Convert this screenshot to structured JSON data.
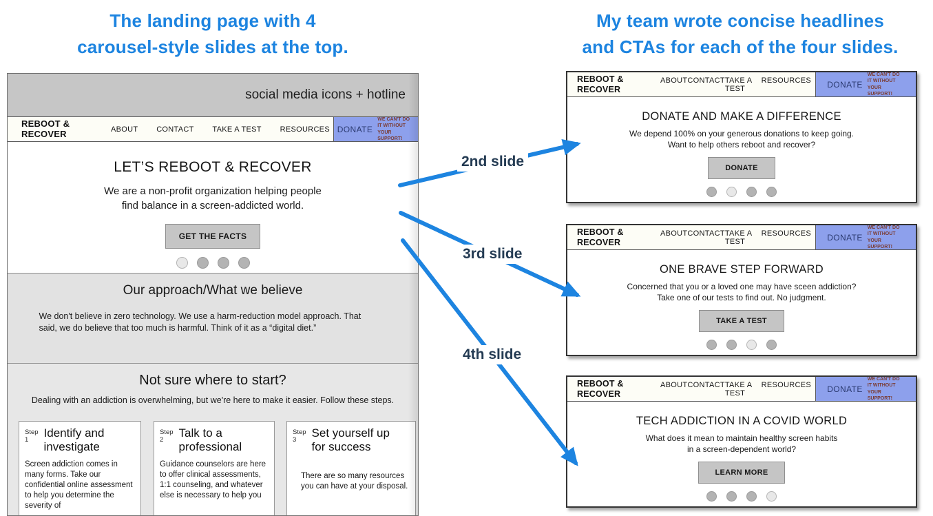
{
  "annotations": {
    "left_caption_line1": "The landing page with 4",
    "left_caption_line2": "carousel-style slides at the top.",
    "right_caption_line1": "My team wrote concise headlines",
    "right_caption_line2": "and CTAs for each of the four slides.",
    "arrow_labels": [
      "2nd slide",
      "3rd slide",
      "4th slide"
    ],
    "accent_blue": "#1d84e0",
    "label_navy": "#243b53"
  },
  "nav": {
    "brand_line1": "REBOOT &",
    "brand_line2": "RECOVER",
    "links": [
      "ABOUT",
      "CONTACT",
      "TAKE A TEST",
      "RESOURCES"
    ],
    "donate_label": "DONATE",
    "donate_support": "WE CAN'T DO IT WITHOUT YOUR SUPPORT!",
    "donate_bg": "#8da0ec"
  },
  "landing": {
    "topbar_text": "social media icons + hotline",
    "slide1": {
      "headline": "LET’S REBOOT & RECOVER",
      "body_line1": "We are a non-profit organization helping people",
      "body_line2": "find balance in a screen-addicted world.",
      "cta": "GET THE FACTS",
      "active_dot": 0
    },
    "approach": {
      "title": "Our approach/What we believe",
      "body_line1": "We don't believe in zero technology. We use a harm-reduction model approach. That",
      "body_line2": "said, we do believe that too much is harmful. Think of it as a “digital diet.”"
    },
    "start": {
      "title": "Not sure where to start?",
      "subtitle": "Dealing with an addiction is overwhelming, but we're here to make it easier. Follow these steps.",
      "steps": [
        {
          "step_label": "Step",
          "step_num": "1",
          "title": "Identify and investigate",
          "body": "Screen addiction comes in many forms. Take our confidential online assessment to help you determine the severity of"
        },
        {
          "step_label": "Step",
          "step_num": "2",
          "title": "Talk to a professional",
          "body": "Guidance counselors are here to offer clinical assessments, 1:1 counseling, and whatever else is necessary to help you"
        },
        {
          "step_label": "Step",
          "step_num": "3",
          "title": "Set yourself up for success",
          "body": "There are so many resources you can have at your disposal."
        }
      ]
    }
  },
  "slides": [
    {
      "headline": "DONATE AND MAKE A DIFFERENCE",
      "body_line1": "We depend 100% on your generous donations to keep going.",
      "body_line2": "Want to help others reboot and recover?",
      "cta": "DONATE",
      "active_dot": 1
    },
    {
      "headline": "ONE BRAVE STEP FORWARD",
      "body_line1": "Concerned that you or a loved one may have sceen addiction?",
      "body_line2": "Take one of our tests to find out. No judgment.",
      "cta": "TAKE A TEST",
      "active_dot": 2
    },
    {
      "headline": "TECH ADDICTION IN A COVID WORLD",
      "body_line1": "What does it mean to maintain healthy screen habits",
      "body_line2": "in a screen-dependent world?",
      "cta": "LEARN MORE",
      "active_dot": 3
    }
  ]
}
